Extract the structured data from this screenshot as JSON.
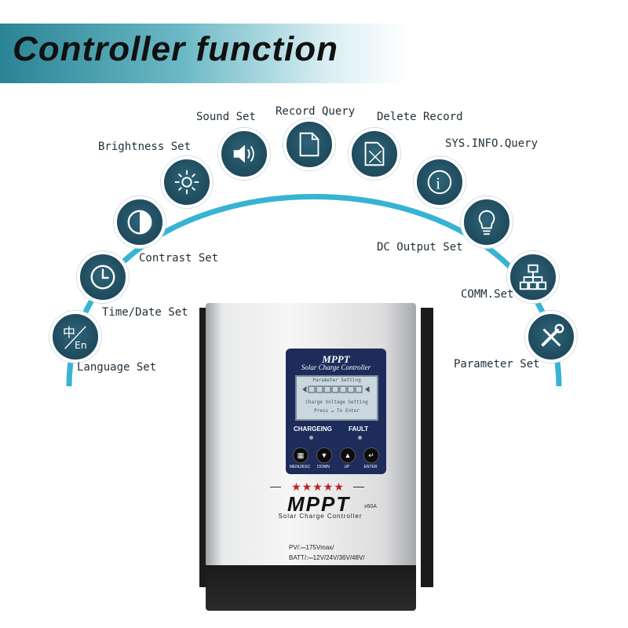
{
  "header": {
    "title": "Controller function"
  },
  "functions": [
    {
      "label": "Language Set",
      "icon": "language-icon"
    },
    {
      "label": "Time/Date Set",
      "icon": "clock-icon"
    },
    {
      "label": "Contrast Set",
      "icon": "contrast-icon"
    },
    {
      "label": "Brightness Set",
      "icon": "brightness-icon"
    },
    {
      "label": "Sound Set",
      "icon": "speaker-icon"
    },
    {
      "label": "Record Query",
      "icon": "document-icon"
    },
    {
      "label": "Delete Record",
      "icon": "delete-document-icon"
    },
    {
      "label": "SYS.INFO.Query",
      "icon": "info-icon"
    },
    {
      "label": "DC Output Set",
      "icon": "bulb-icon"
    },
    {
      "label": "COMM.Set",
      "icon": "network-icon"
    },
    {
      "label": "Parameter Set",
      "icon": "tools-icon"
    }
  ],
  "device": {
    "panel_brand": "MPPT",
    "panel_subtitle": "Solar Charge Controller",
    "lcd_line1": "Parameter Setting",
    "lcd_line3": "Charge Voltage Setting",
    "lcd_line4": "Press ↵ To Enter",
    "led_charging": "CHARGEING",
    "led_fault": "FAULT",
    "buttons": [
      "MENU/ESC",
      "DOWN",
      "UP",
      "ENTER"
    ],
    "stars": "★★★★★",
    "brand": "MPPT",
    "model": "x60A",
    "product_name": "Solar Charge Controller",
    "spec_pv": "PV/:⎓175Vmax/",
    "spec_batt": "BATT/:⎓12V/24V/36V/48V/"
  },
  "colors": {
    "arc": "#38b3d4",
    "icon_bg": "#1e4a5c",
    "panel": "#1d2c5a",
    "stars": "#c21d1d"
  }
}
